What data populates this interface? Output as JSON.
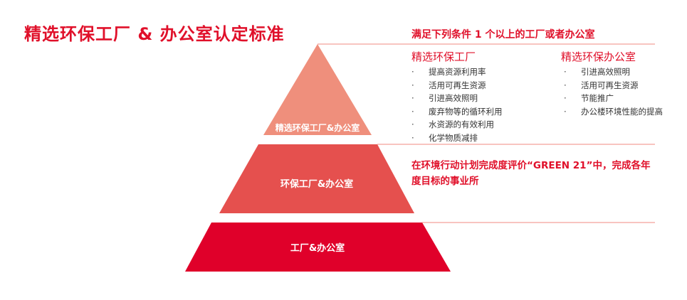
{
  "title": "精选环保工厂 & 办公室认定标准",
  "colors": {
    "tier1": "#ef8f7c",
    "tier2": "#e5504e",
    "tier3": "#e0002a",
    "accent": "#e0102a"
  },
  "pyramid": {
    "tier1": "精选环保工厂&办公室",
    "tier2": "环保工厂&办公室",
    "tier3": "工厂&办公室"
  },
  "condition_heading": "满足下列条件 1 个以上的工厂或者办公室",
  "factory": {
    "heading": "精选环保工厂",
    "bullet": "·",
    "items": [
      "提高资源利用率",
      "活用可再生资源",
      "引进高效照明",
      "废弃物等的循环利用",
      "水资源的有效利用",
      "化学物质减排"
    ]
  },
  "office": {
    "heading": "精选环保办公室",
    "bullet": "·",
    "items": [
      "引进高效照明",
      "活用可再生资源",
      "节能推广",
      "办公楼环境性能的提高"
    ]
  },
  "green21": "在环境行动计划完成度评价“GREEN 21”中，完成各年度目标的事业所"
}
